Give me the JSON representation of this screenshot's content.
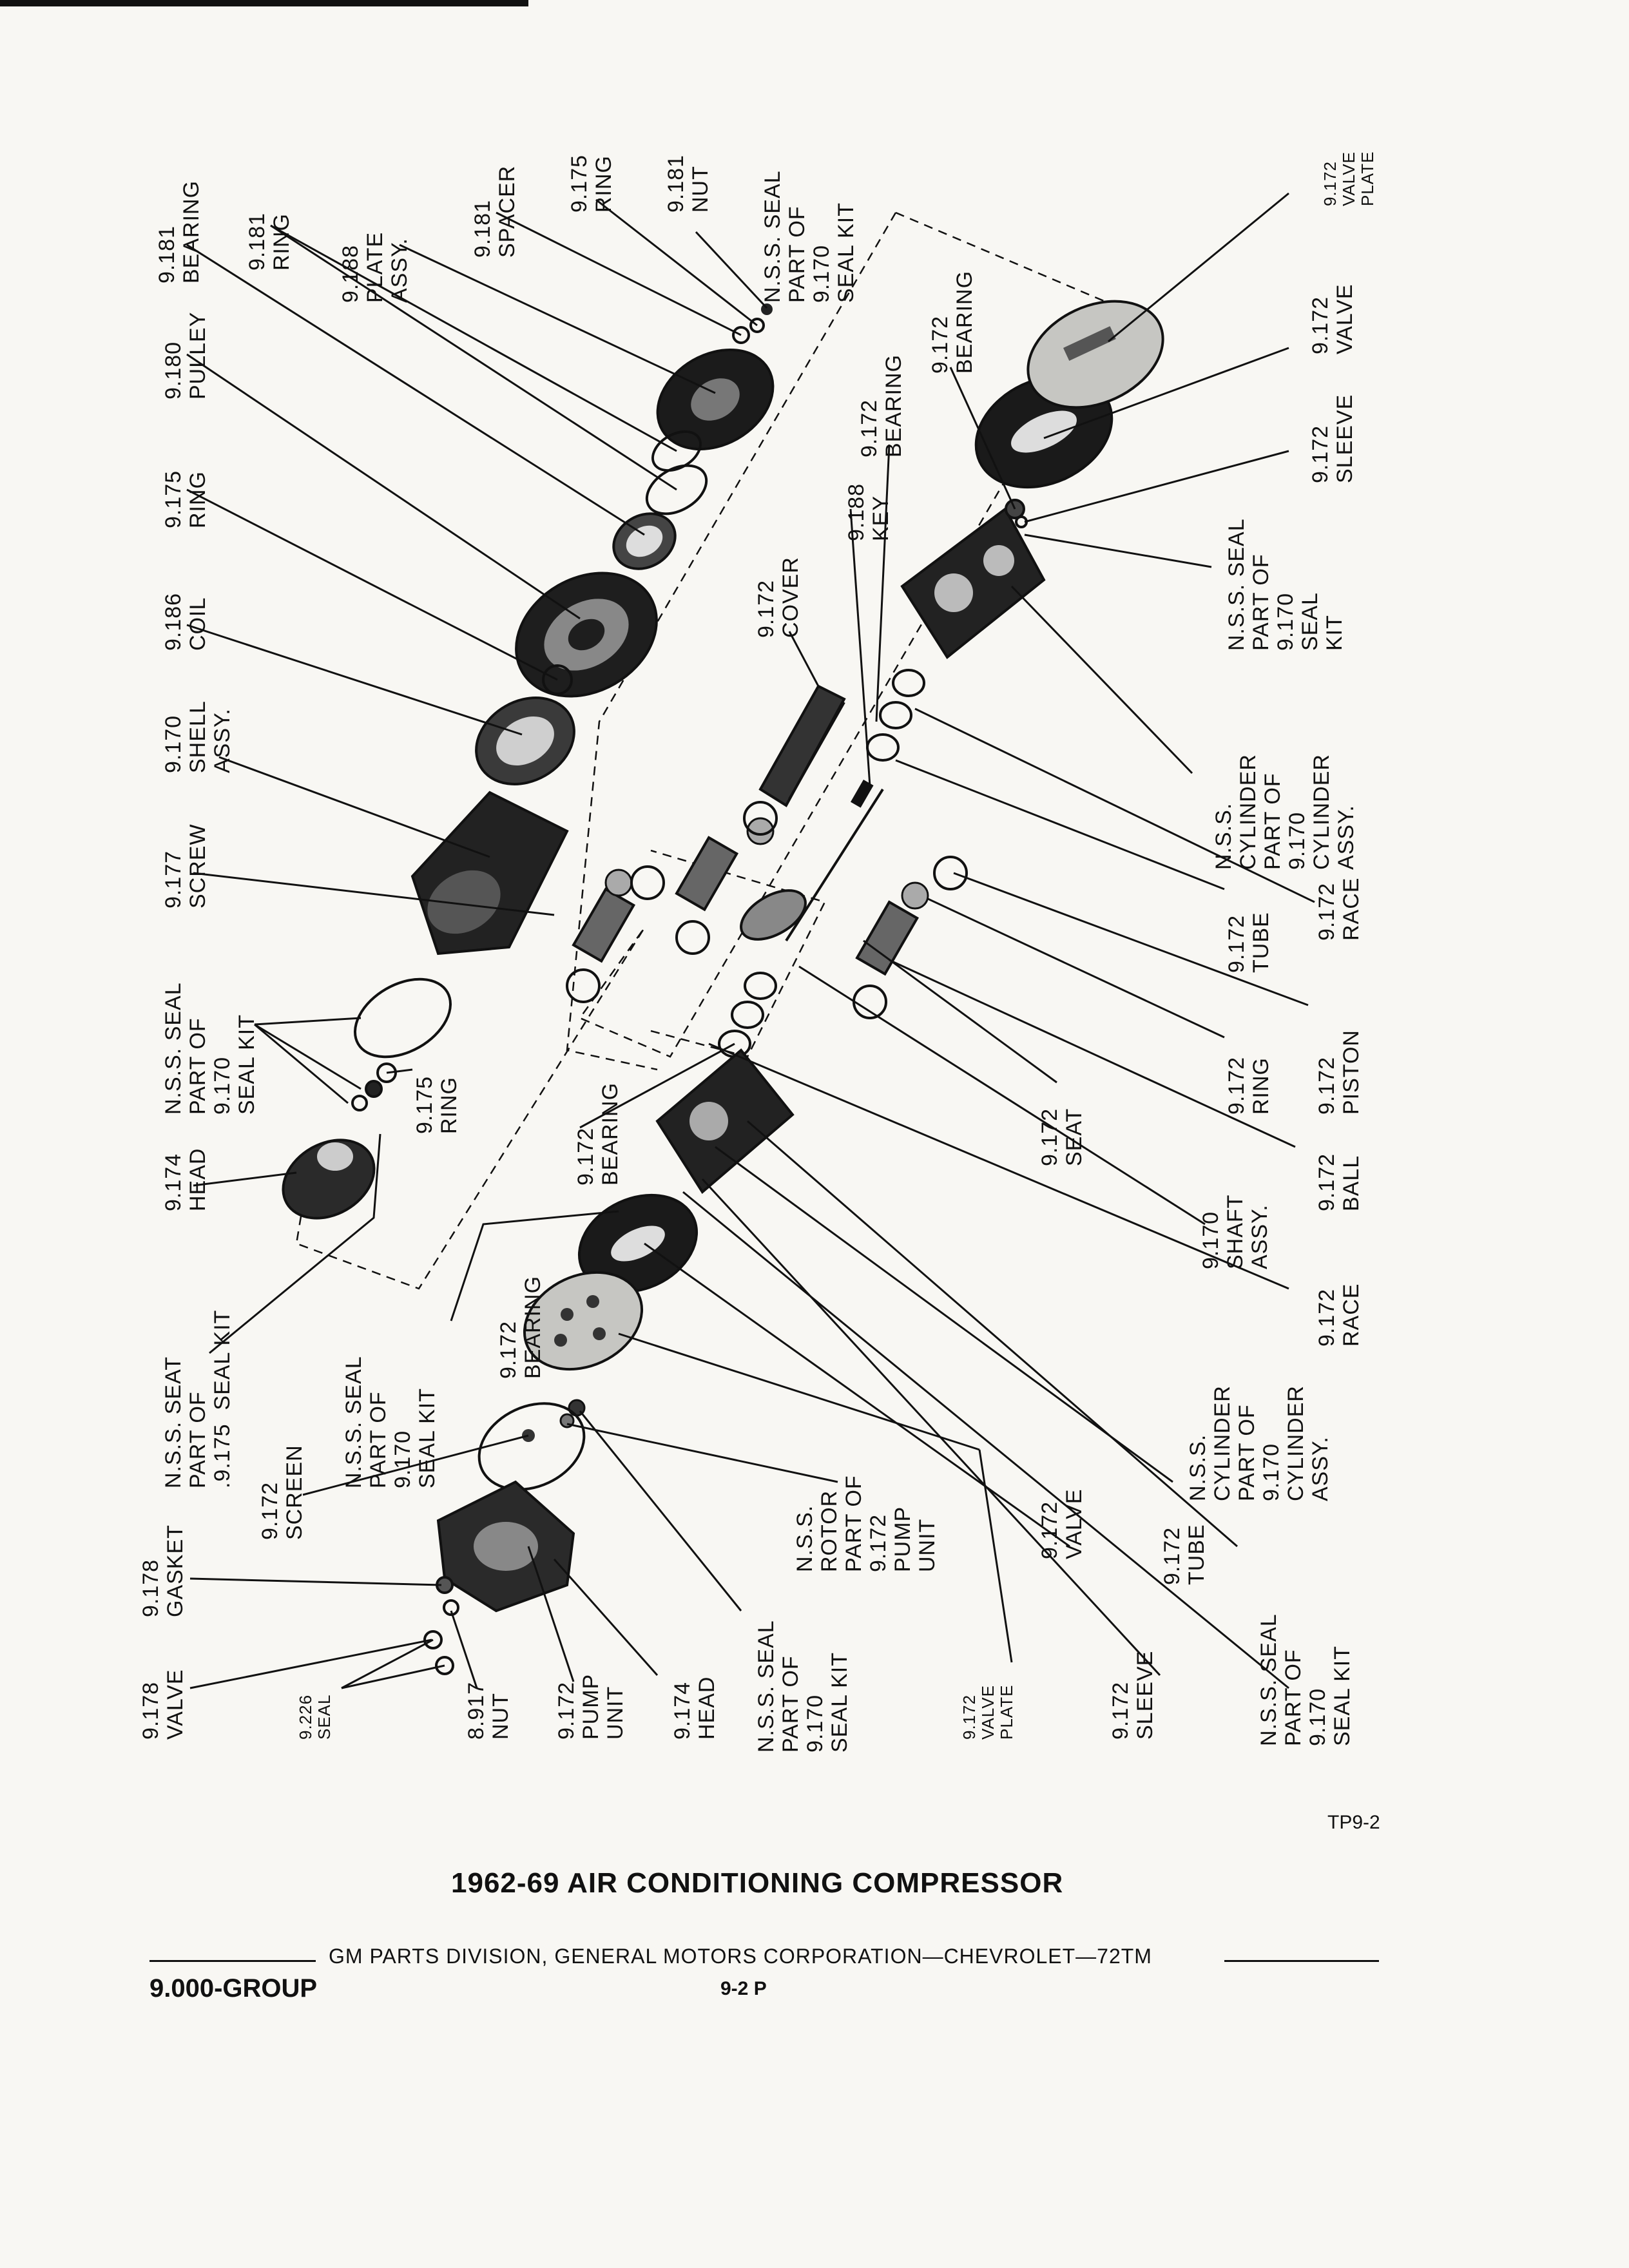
{
  "title": "1962-69 AIR CONDITIONING COMPRESSOR",
  "reference": "TP9-2",
  "footer": {
    "division": "GM PARTS DIVISION, GENERAL MOTORS CORPORATION—CHEVROLET—72TM",
    "group": "9.000-GROUP",
    "page": "9-2  P"
  },
  "labels": [
    {
      "id": "l01",
      "lines": [
        "9.181",
        "BEARING"
      ]
    },
    {
      "id": "l02",
      "lines": [
        "9.181",
        "RING"
      ]
    },
    {
      "id": "l03",
      "lines": [
        "9.188",
        "PLATE",
        "ASSY."
      ]
    },
    {
      "id": "l04",
      "lines": [
        "9.181",
        "SPACER"
      ]
    },
    {
      "id": "l05",
      "lines": [
        "9.175",
        "RING"
      ]
    },
    {
      "id": "l06",
      "lines": [
        "9.181",
        "NUT"
      ]
    },
    {
      "id": "l07",
      "lines": [
        "N.S.S. SEAL",
        "PART OF",
        "9.170",
        "SEAL KIT"
      ]
    },
    {
      "id": "l08",
      "lines": [
        "9.172",
        "VALVE",
        "PLATE"
      ]
    },
    {
      "id": "l09",
      "lines": [
        "9.180",
        "PULLEY"
      ]
    },
    {
      "id": "l10",
      "lines": [
        "9.175",
        "RING"
      ]
    },
    {
      "id": "l11",
      "lines": [
        "9.186",
        "COIL"
      ]
    },
    {
      "id": "l12",
      "lines": [
        "9.170",
        "SHELL",
        "ASSY."
      ]
    },
    {
      "id": "l13",
      "lines": [
        "9.177",
        "SCREW"
      ]
    },
    {
      "id": "l14",
      "lines": [
        "N.S.S. SEAL",
        "PART OF",
        "9.170",
        "SEAL KIT"
      ]
    },
    {
      "id": "l15",
      "lines": [
        "9.175",
        "RING"
      ]
    },
    {
      "id": "l16",
      "lines": [
        "9.174",
        "HEAD"
      ]
    },
    {
      "id": "l17",
      "lines": [
        "N.S.S. SEAT",
        "PART OF",
        ".9.175  SEAL KIT"
      ]
    },
    {
      "id": "l18",
      "lines": [
        "9.172",
        "BEARING"
      ]
    },
    {
      "id": "l19",
      "lines": [
        "9.172",
        "COVER"
      ]
    },
    {
      "id": "l20",
      "lines": [
        "9.188",
        "KEY"
      ]
    },
    {
      "id": "l21",
      "lines": [
        "9.172",
        "BEARING"
      ]
    },
    {
      "id": "l22",
      "lines": [
        "9.172",
        "BEARING"
      ]
    },
    {
      "id": "l23",
      "lines": [
        "9.172",
        "VALVE"
      ]
    },
    {
      "id": "l24",
      "lines": [
        "9.172",
        "SLEEVE"
      ]
    },
    {
      "id": "l25",
      "lines": [
        "N.S.S. SEAL",
        "PART OF",
        "9.170",
        "SEAL",
        "KIT"
      ]
    },
    {
      "id": "l26",
      "lines": [
        "N.S.S.",
        "CYLINDER",
        "PART OF",
        "9.170",
        "CYLINDER",
        "ASSY."
      ]
    },
    {
      "id": "l27",
      "lines": [
        "9.172",
        "RACE"
      ]
    },
    {
      "id": "l28",
      "lines": [
        "9.172",
        "TUBE"
      ]
    },
    {
      "id": "l29",
      "lines": [
        "9.172",
        "PISTON"
      ]
    },
    {
      "id": "l30",
      "lines": [
        "9.172",
        "RING"
      ]
    },
    {
      "id": "l31",
      "lines": [
        "9.172",
        "SEAT"
      ]
    },
    {
      "id": "l32",
      "lines": [
        "9.172",
        "BALL"
      ]
    },
    {
      "id": "l33",
      "lines": [
        "9.170",
        "SHAFT",
        "ASSY."
      ]
    },
    {
      "id": "l34",
      "lines": [
        "9.172",
        "RACE"
      ]
    },
    {
      "id": "l35",
      "lines": [
        "N.S.S. SEAL",
        "PART OF",
        "9.170",
        "SEAL KIT"
      ]
    },
    {
      "id": "l36",
      "lines": [
        "9.172",
        "BEARING"
      ]
    },
    {
      "id": "l37",
      "lines": [
        "9.172",
        "SCREEN"
      ]
    },
    {
      "id": "l38",
      "lines": [
        "9.178",
        "GASKET"
      ]
    },
    {
      "id": "l39",
      "lines": [
        "9.178",
        "VALVE"
      ]
    },
    {
      "id": "l40",
      "lines": [
        "9.226",
        "SEAL"
      ]
    },
    {
      "id": "l41",
      "lines": [
        "8.917",
        "NUT"
      ]
    },
    {
      "id": "l42",
      "lines": [
        "9.172",
        "PUMP",
        "UNIT"
      ]
    },
    {
      "id": "l43",
      "lines": [
        "9.174",
        "HEAD"
      ]
    },
    {
      "id": "l44",
      "lines": [
        "N.S.S. SEAL",
        "PART OF",
        "9.170",
        "SEAL KIT"
      ]
    },
    {
      "id": "l45",
      "lines": [
        "N.S.S.",
        "ROTOR",
        "PART OF",
        "9.172",
        "PUMP",
        "UNIT"
      ]
    },
    {
      "id": "l46",
      "lines": [
        "9.172",
        "VALVE",
        "PLATE"
      ]
    },
    {
      "id": "l47",
      "lines": [
        "9.172",
        "VALVE"
      ]
    },
    {
      "id": "l48",
      "lines": [
        "9.172",
        "SLEEVE"
      ]
    },
    {
      "id": "l49",
      "lines": [
        "9.172",
        "TUBE"
      ]
    },
    {
      "id": "l50",
      "lines": [
        "N.S.S.",
        "CYLINDER",
        "PART OF",
        "9.170",
        "CYLINDER",
        "ASSY."
      ]
    },
    {
      "id": "l51",
      "lines": [
        "N.S.S. SEAL",
        "PART OF",
        "9.170",
        "SEAL KIT"
      ]
    }
  ]
}
